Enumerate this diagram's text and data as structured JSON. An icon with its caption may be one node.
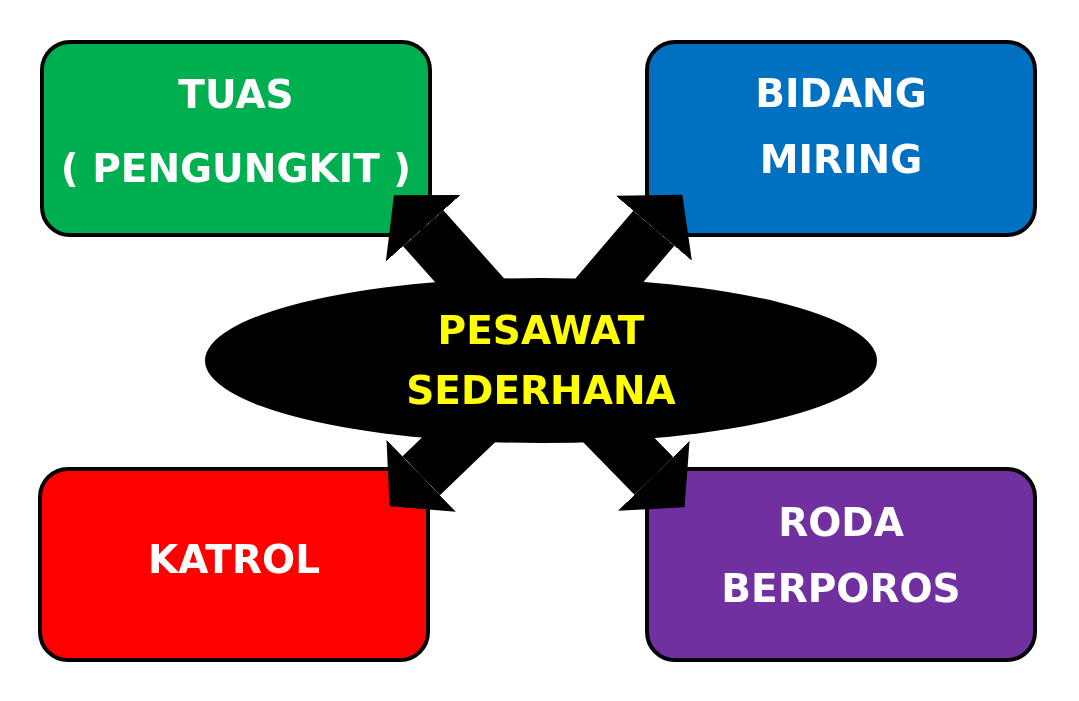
{
  "diagram": {
    "nodes": [
      {
        "text": [
          "TUAS",
          "( PENGUNGKIT )"
        ]
      },
      {
        "text": [
          "BIDANG MIRING"
        ]
      },
      {
        "text": [
          "PESAWAT SEDERHANA"
        ]
      },
      {
        "text": [
          "KATROL"
        ]
      },
      {
        "text": [
          "RODA BERPOROS"
        ]
      }
    ],
    "edges": [
      {
        "from": 2,
        "to": 0,
        "arrow": "to"
      },
      {
        "from": 2,
        "to": 1,
        "arrow": "to"
      },
      {
        "from": 2,
        "to": 3,
        "arrow": "to"
      },
      {
        "from": 2,
        "to": 4,
        "arrow": "to"
      }
    ]
  }
}
